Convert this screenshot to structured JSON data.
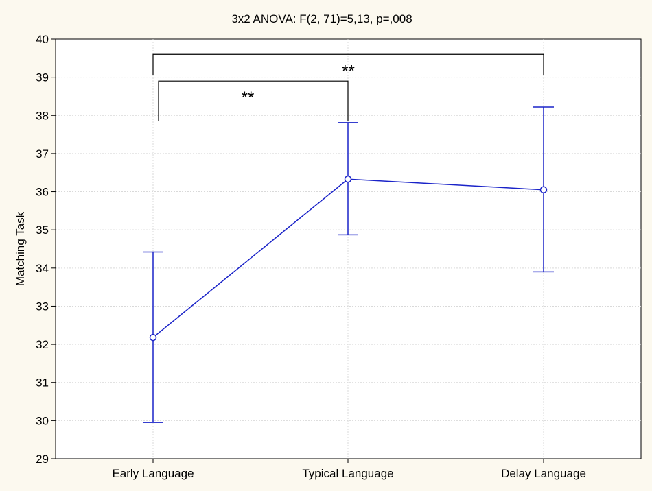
{
  "chart_data": {
    "type": "line",
    "title": "3x2 ANOVA: F(2, 71)=5,13, p=,008",
    "xlabel": "",
    "ylabel": "Matching Task",
    "categories": [
      "Early Language",
      "Typical Language",
      "Delay Language"
    ],
    "series": [
      {
        "values": [
          32.18,
          36.33,
          36.05
        ],
        "error_low": [
          29.95,
          34.87,
          33.9
        ],
        "error_high": [
          34.42,
          37.81,
          38.22
        ]
      }
    ],
    "ylim": [
      29,
      40
    ],
    "yticks": [
      29,
      30,
      31,
      32,
      33,
      34,
      35,
      36,
      37,
      38,
      39,
      40
    ],
    "grid": true,
    "legend": "none",
    "annotations": [
      {
        "text": "**",
        "from": "Early Language",
        "to": "Typical Language",
        "bracket_y": 38.9
      },
      {
        "text": "**",
        "from": "Early Language",
        "to": "Delay Language",
        "bracket_y": 39.6
      }
    ],
    "colors": {
      "series": "#1a23c8",
      "background": "#fcf9ef",
      "plot_background": "#ffffff",
      "grid": "#d9d9d9",
      "axis": "#000000"
    }
  }
}
